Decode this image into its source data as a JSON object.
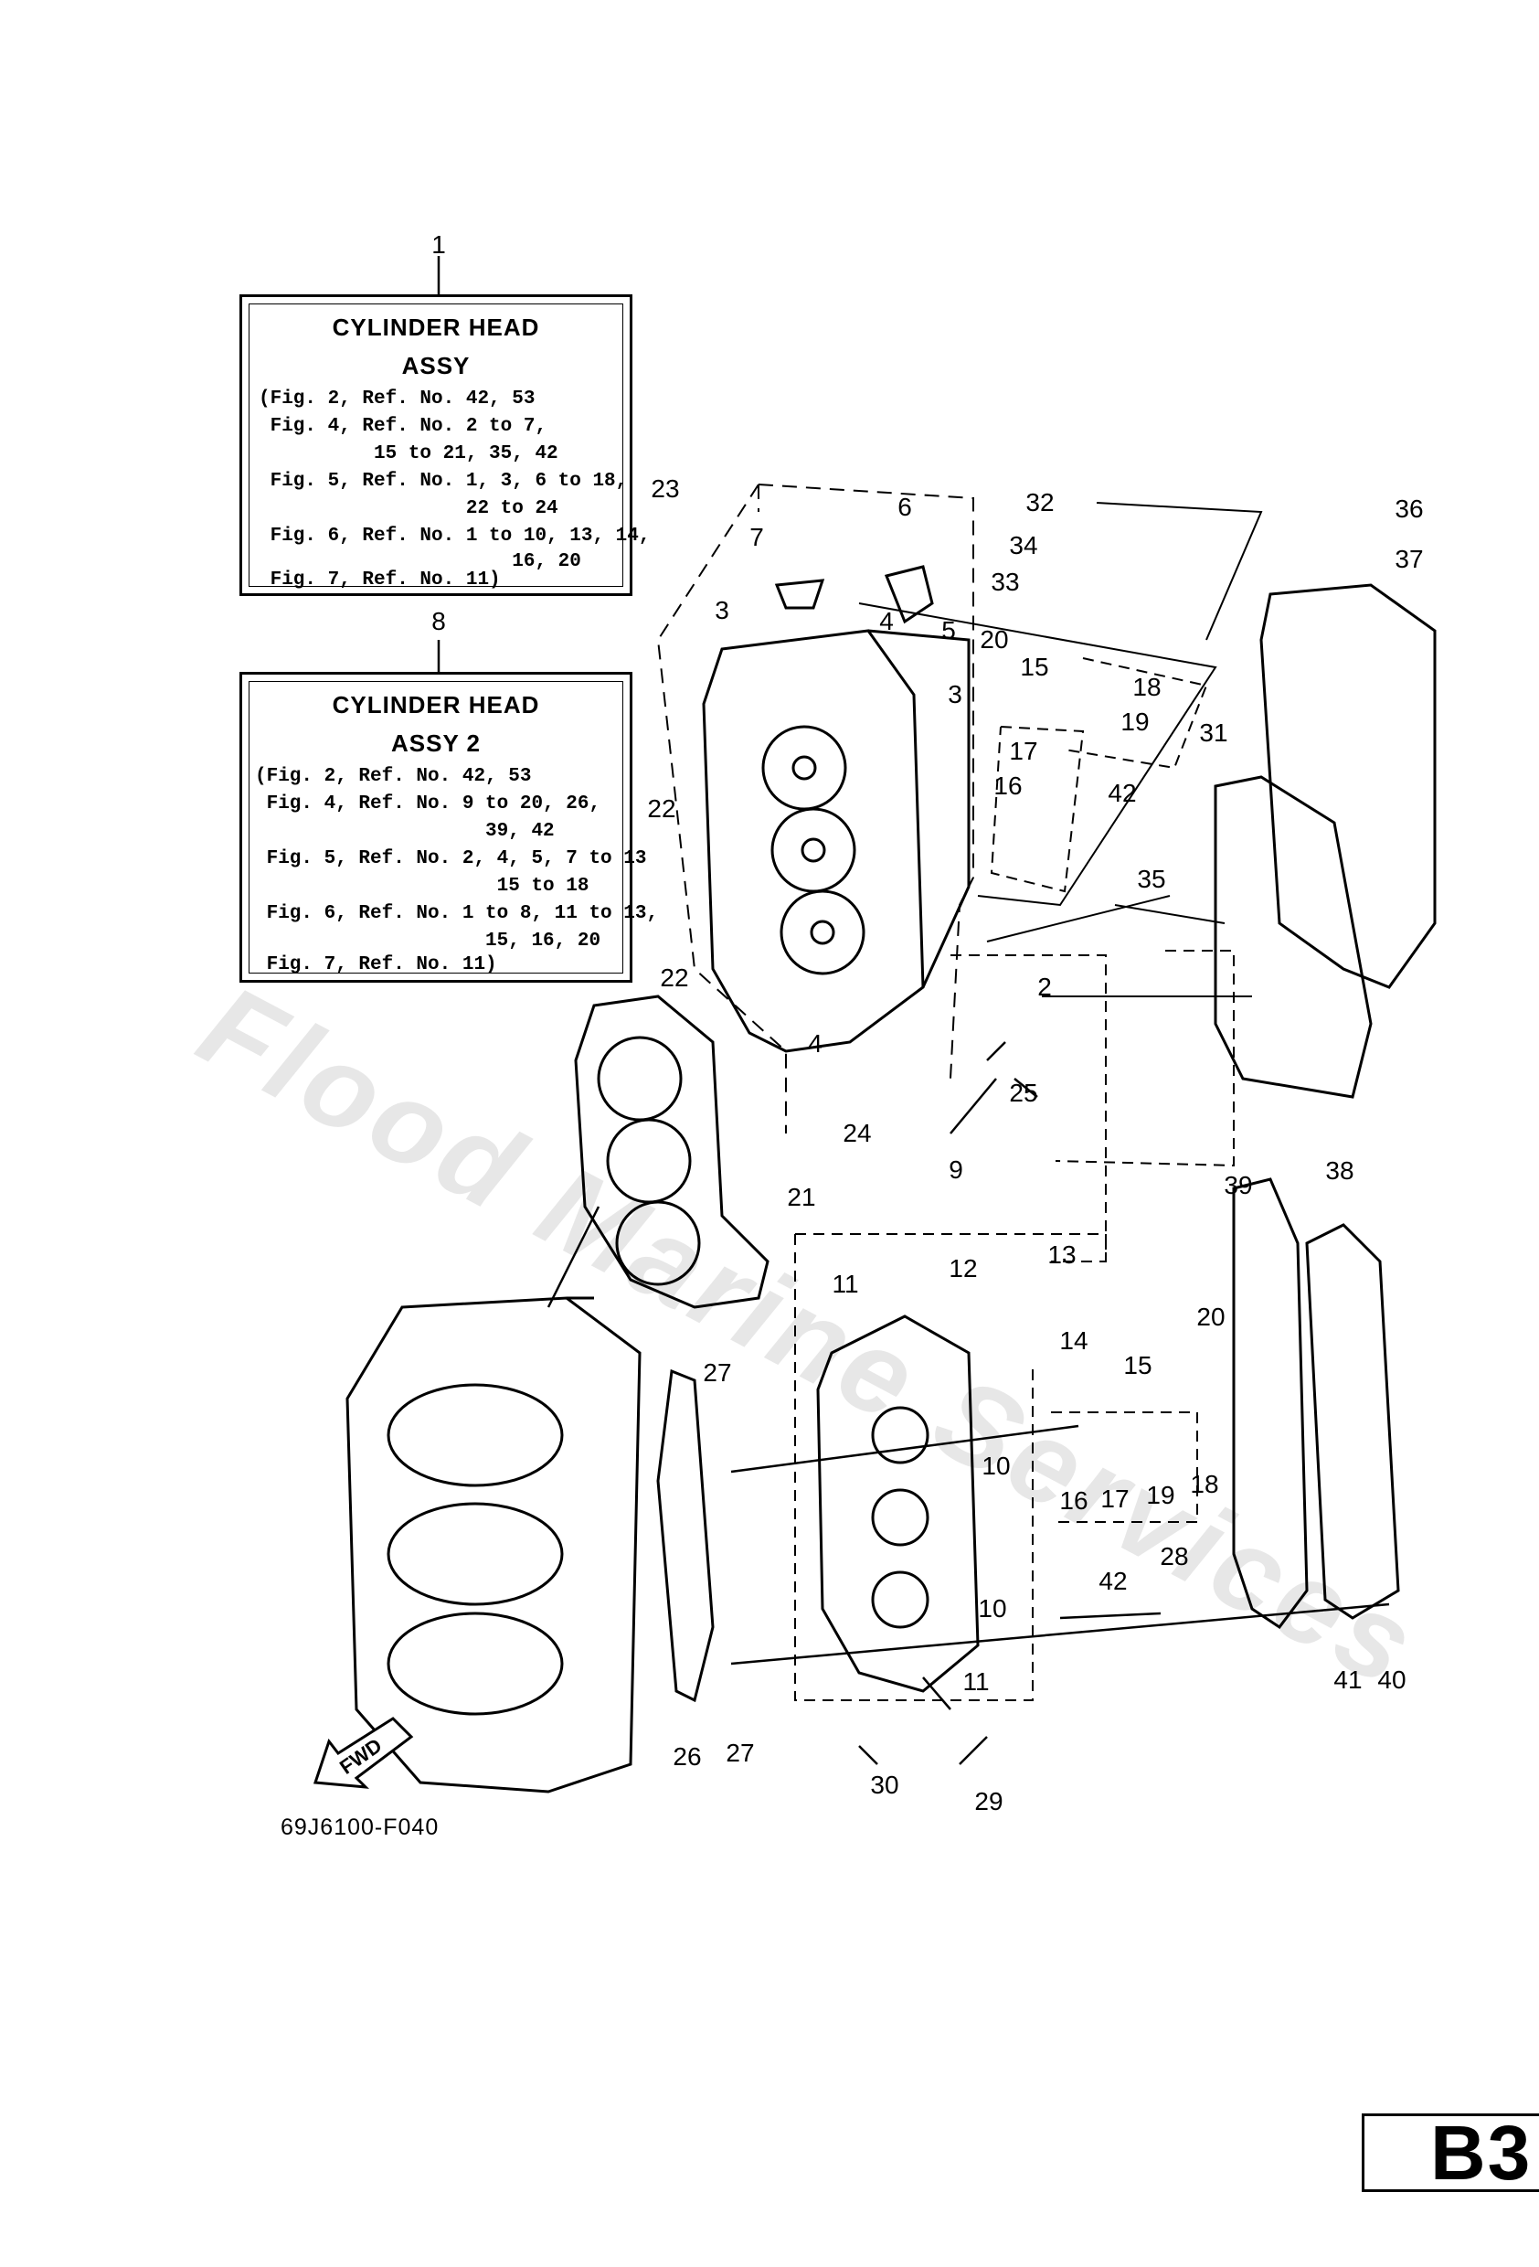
{
  "box1": {
    "ref": "1",
    "title1": "CYLINDER HEAD",
    "title2": "ASSY",
    "lines": [
      "(Fig. 2, Ref. No. 42, 53",
      " Fig. 4, Ref. No. 2 to 7,",
      "          15 to 21, 35, 42",
      " Fig. 5, Ref. No. 1, 3, 6 to 18,",
      "                  22 to 24",
      " Fig. 6, Ref. No. 1 to 10, 13, 14,",
      "                      16, 20",
      " Fig. 7, Ref. No. 11)"
    ]
  },
  "box2": {
    "ref": "8",
    "title1": "CYLINDER HEAD",
    "title2": "ASSY 2",
    "lines": [
      "(Fig. 2, Ref. No. 42, 53",
      " Fig. 4, Ref. No. 9 to 20, 26,",
      "                    39, 42",
      " Fig. 5, Ref. No. 2, 4, 5, 7 to 13",
      "                     15 to 18",
      " Fig. 6, Ref. No. 1 to 8, 11 to 13,",
      "                    15, 16, 20",
      " Fig. 7, Ref. No. 11)"
    ]
  },
  "callouts": [
    "23",
    "7",
    "6",
    "3",
    "4",
    "5",
    "3",
    "22",
    "22",
    "4",
    "2",
    "24",
    "25",
    "32",
    "34",
    "33",
    "36",
    "37",
    "31",
    "35",
    "20",
    "15",
    "18",
    "19",
    "17",
    "16",
    "42",
    "9",
    "11",
    "12",
    "13",
    "14",
    "20",
    "15",
    "16",
    "17",
    "19",
    "18",
    "10",
    "42",
    "10",
    "28",
    "11",
    "27",
    "27",
    "26",
    "21",
    "30",
    "29",
    "39",
    "38",
    "41",
    "40"
  ],
  "diagram_code": "69J6100-F040",
  "page_code": "B3",
  "watermark": "Flood Marine Services",
  "icons": {
    "fwd_label": "FWD"
  }
}
